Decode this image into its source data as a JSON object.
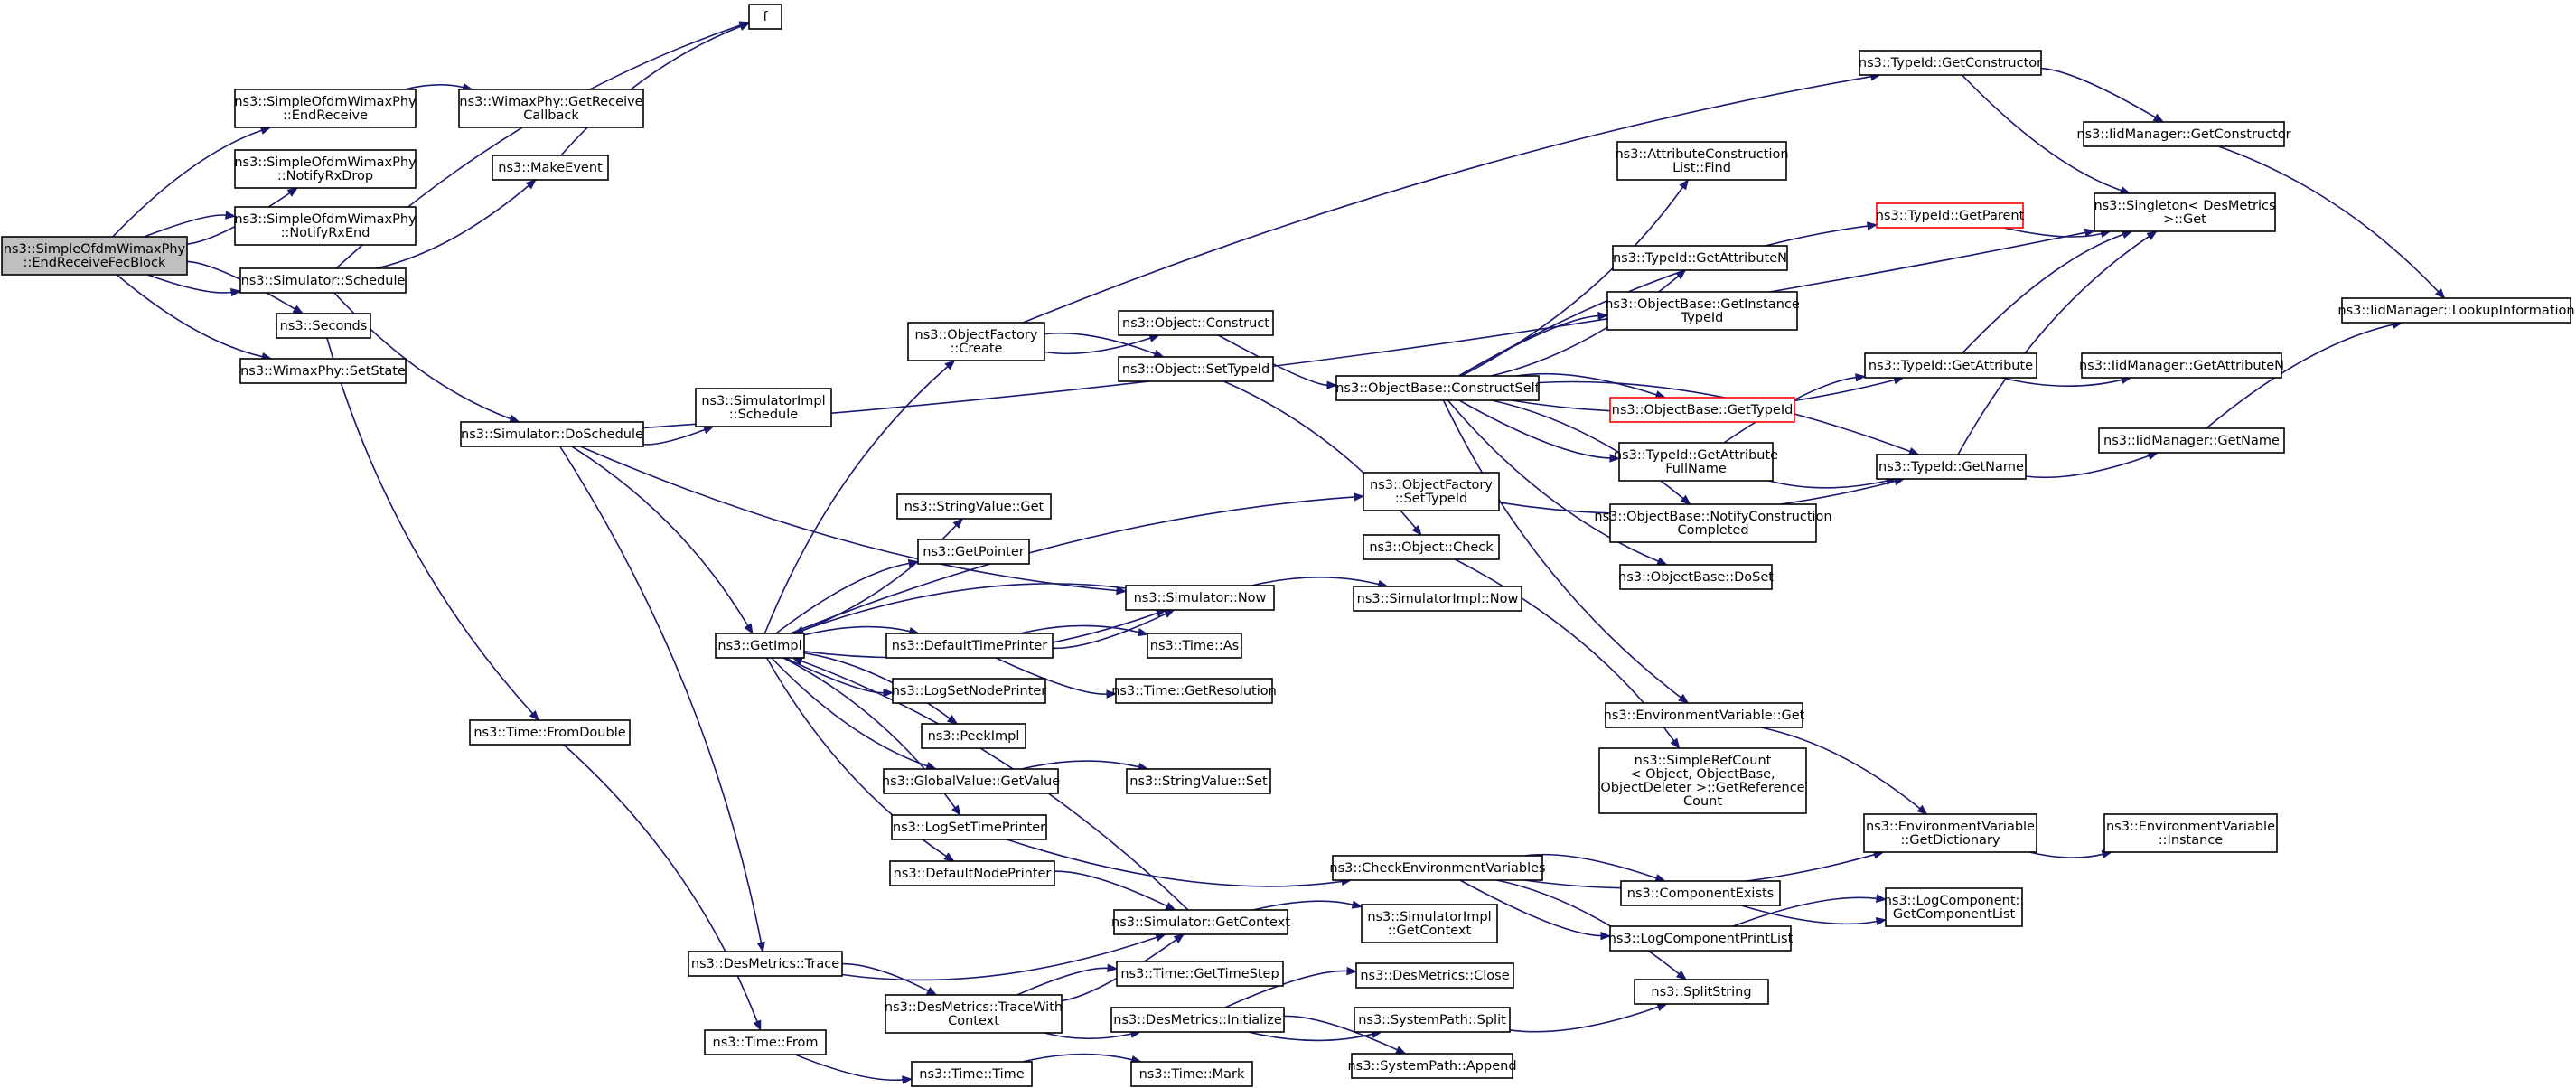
{
  "diagram": {
    "colors": {
      "edge": "#191970",
      "node_border": "#000000",
      "root_fill": "#bfbfbf",
      "truncated_border": "#ff0000",
      "background": "#ffffff"
    },
    "nodes": [
      {
        "id": "root",
        "lines": [
          "ns3::SimpleOfdmWimaxPhy",
          "::EndReceiveFecBlock"
        ],
        "style": "root"
      },
      {
        "id": "endReceive",
        "lines": [
          "ns3::SimpleOfdmWimaxPhy",
          "::EndReceive"
        ]
      },
      {
        "id": "notifyRxDrop",
        "lines": [
          "ns3::SimpleOfdmWimaxPhy",
          "::NotifyRxDrop"
        ]
      },
      {
        "id": "notifyRxEnd",
        "lines": [
          "ns3::SimpleOfdmWimaxPhy",
          "::NotifyRxEnd"
        ]
      },
      {
        "id": "schedule",
        "lines": [
          "ns3::Simulator::Schedule"
        ]
      },
      {
        "id": "seconds",
        "lines": [
          "ns3::Seconds"
        ]
      },
      {
        "id": "setState",
        "lines": [
          "ns3::WimaxPhy::SetState"
        ]
      },
      {
        "id": "getReceiveCb",
        "lines": [
          "ns3::WimaxPhy::GetReceive",
          "Callback"
        ]
      },
      {
        "id": "f",
        "lines": [
          "f"
        ]
      },
      {
        "id": "makeEvent",
        "lines": [
          "ns3::MakeEvent"
        ]
      },
      {
        "id": "doSchedule",
        "lines": [
          "ns3::Simulator::DoSchedule"
        ]
      },
      {
        "id": "simImplSchedule",
        "lines": [
          "ns3::SimulatorImpl",
          "::Schedule"
        ]
      },
      {
        "id": "fromDouble",
        "lines": [
          "ns3::Time::FromDouble"
        ]
      },
      {
        "id": "desTrace",
        "lines": [
          "ns3::DesMetrics::Trace"
        ]
      },
      {
        "id": "timeFrom",
        "lines": [
          "ns3::Time::From"
        ]
      },
      {
        "id": "getImpl",
        "lines": [
          "ns3::GetImpl"
        ]
      },
      {
        "id": "ofCreate",
        "lines": [
          "ns3::ObjectFactory",
          "::Create"
        ]
      },
      {
        "id": "svGet",
        "lines": [
          "ns3::StringValue::Get"
        ]
      },
      {
        "id": "getPointer",
        "lines": [
          "ns3::GetPointer"
        ]
      },
      {
        "id": "defTimePrinter",
        "lines": [
          "ns3::DefaultTimePrinter"
        ]
      },
      {
        "id": "logSetNodePrinter",
        "lines": [
          "ns3::LogSetNodePrinter"
        ]
      },
      {
        "id": "peekImpl",
        "lines": [
          "ns3::PeekImpl"
        ]
      },
      {
        "id": "gvGetValue",
        "lines": [
          "ns3::GlobalValue::GetValue"
        ]
      },
      {
        "id": "logSetTimePrinter",
        "lines": [
          "ns3::LogSetTimePrinter"
        ]
      },
      {
        "id": "defNodePrinter",
        "lines": [
          "ns3::DefaultNodePrinter"
        ]
      },
      {
        "id": "traceWithContext",
        "lines": [
          "ns3::DesMetrics::TraceWith",
          "Context"
        ]
      },
      {
        "id": "timeTime",
        "lines": [
          "ns3::Time::Time"
        ]
      },
      {
        "id": "objConstruct",
        "lines": [
          "ns3::Object::Construct"
        ]
      },
      {
        "id": "objSetTypeId",
        "lines": [
          "ns3::Object::SetTypeId"
        ]
      },
      {
        "id": "simNow",
        "lines": [
          "ns3::Simulator::Now"
        ]
      },
      {
        "id": "timeAs",
        "lines": [
          "ns3::Time::As"
        ]
      },
      {
        "id": "timeGetRes",
        "lines": [
          "ns3::Time::GetResolution"
        ]
      },
      {
        "id": "svSet",
        "lines": [
          "ns3::StringValue::Set"
        ]
      },
      {
        "id": "simGetContext",
        "lines": [
          "ns3::Simulator::GetContext"
        ]
      },
      {
        "id": "timeGetTimeStep",
        "lines": [
          "ns3::Time::GetTimeStep"
        ]
      },
      {
        "id": "desInitialize",
        "lines": [
          "ns3::DesMetrics::Initialize"
        ]
      },
      {
        "id": "timeMark",
        "lines": [
          "ns3::Time::Mark"
        ]
      },
      {
        "id": "objBaseConstructSelf",
        "lines": [
          "ns3::ObjectBase::ConstructSelf"
        ]
      },
      {
        "id": "ofSetTypeId",
        "lines": [
          "ns3::ObjectFactory",
          "::SetTypeId"
        ]
      },
      {
        "id": "objCheck",
        "lines": [
          "ns3::Object::Check"
        ]
      },
      {
        "id": "simImplNow",
        "lines": [
          "ns3::SimulatorImpl::Now"
        ]
      },
      {
        "id": "checkEnvVars",
        "lines": [
          "ns3::CheckEnvironmentVariables"
        ]
      },
      {
        "id": "simImplGetContext",
        "lines": [
          "ns3::SimulatorImpl",
          "::GetContext"
        ]
      },
      {
        "id": "desClose",
        "lines": [
          "ns3::DesMetrics::Close"
        ]
      },
      {
        "id": "spSplit",
        "lines": [
          "ns3::SystemPath::Split"
        ]
      },
      {
        "id": "spAppend",
        "lines": [
          "ns3::SystemPath::Append"
        ]
      },
      {
        "id": "acListFind",
        "lines": [
          "ns3::AttributeConstruction",
          "List::Find"
        ]
      },
      {
        "id": "tidGetAttrN",
        "lines": [
          "ns3::TypeId::GetAttributeN"
        ]
      },
      {
        "id": "obGetInstTid",
        "lines": [
          "ns3::ObjectBase::GetInstance",
          "TypeId"
        ]
      },
      {
        "id": "obGetTypeId",
        "lines": [
          "ns3::ObjectBase::GetTypeId"
        ],
        "style": "red"
      },
      {
        "id": "tidGetAttrFull",
        "lines": [
          "ns3::TypeId::GetAttribute",
          "FullName"
        ]
      },
      {
        "id": "obNotifyCC",
        "lines": [
          "ns3::ObjectBase::NotifyConstruction",
          "Completed"
        ]
      },
      {
        "id": "obDoSet",
        "lines": [
          "ns3::ObjectBase::DoSet"
        ]
      },
      {
        "id": "envVarGet",
        "lines": [
          "ns3::EnvironmentVariable::Get"
        ]
      },
      {
        "id": "srcGetRef",
        "lines": [
          "ns3::SimpleRefCount",
          "< Object, ObjectBase,",
          "ObjectDeleter >::GetReference",
          "Count"
        ]
      },
      {
        "id": "compExists",
        "lines": [
          "ns3::ComponentExists"
        ]
      },
      {
        "id": "logCompPrintList",
        "lines": [
          "ns3::LogComponentPrintList"
        ]
      },
      {
        "id": "splitString",
        "lines": [
          "ns3::SplitString"
        ]
      },
      {
        "id": "tidGetCtor",
        "lines": [
          "ns3::TypeId::GetConstructor"
        ]
      },
      {
        "id": "tidGetParent",
        "lines": [
          "ns3::TypeId::GetParent"
        ],
        "style": "red"
      },
      {
        "id": "tidGetAttr",
        "lines": [
          "ns3::TypeId::GetAttribute"
        ]
      },
      {
        "id": "tidGetName",
        "lines": [
          "ns3::TypeId::GetName"
        ]
      },
      {
        "id": "envVarGetDict",
        "lines": [
          "ns3::EnvironmentVariable",
          "::GetDictionary"
        ]
      },
      {
        "id": "logCompGetList",
        "lines": [
          "ns3::LogComponent::",
          "GetComponentList"
        ]
      },
      {
        "id": "iidGetCtor",
        "lines": [
          "ns3::IidManager::GetConstructor"
        ]
      },
      {
        "id": "singletonGet",
        "lines": [
          "ns3::Singleton< DesMetrics",
          ">::Get"
        ]
      },
      {
        "id": "iidGetAttrN",
        "lines": [
          "ns3::IidManager::GetAttributeN"
        ]
      },
      {
        "id": "iidGetName",
        "lines": [
          "ns3::IidManager::GetName"
        ]
      },
      {
        "id": "envVarInstance",
        "lines": [
          "ns3::EnvironmentVariable",
          "::Instance"
        ]
      },
      {
        "id": "iidLookup",
        "lines": [
          "ns3::IidManager::LookupInformation"
        ]
      }
    ],
    "edges": [
      [
        "root",
        "endReceive"
      ],
      [
        "root",
        "notifyRxDrop"
      ],
      [
        "root",
        "notifyRxEnd"
      ],
      [
        "root",
        "schedule"
      ],
      [
        "root",
        "seconds"
      ],
      [
        "root",
        "setState"
      ],
      [
        "endReceive",
        "getReceiveCb"
      ],
      [
        "schedule",
        "makeEvent"
      ],
      [
        "schedule",
        "f"
      ],
      [
        "schedule",
        "doSchedule"
      ],
      [
        "makeEvent",
        "f"
      ],
      [
        "seconds",
        "fromDouble"
      ],
      [
        "fromDouble",
        "timeFrom"
      ],
      [
        "timeFrom",
        "timeTime"
      ],
      [
        "timeTime",
        "timeMark"
      ],
      [
        "doSchedule",
        "simImplSchedule"
      ],
      [
        "doSchedule",
        "getImpl"
      ],
      [
        "doSchedule",
        "simNow"
      ],
      [
        "doSchedule",
        "desTrace"
      ],
      [
        "doSchedule",
        "singletonGet"
      ],
      [
        "getImpl",
        "ofCreate"
      ],
      [
        "getImpl",
        "svGet"
      ],
      [
        "getImpl",
        "getPointer"
      ],
      [
        "getImpl",
        "simNow"
      ],
      [
        "getImpl",
        "defTimePrinter"
      ],
      [
        "getImpl",
        "logSetNodePrinter"
      ],
      [
        "getImpl",
        "peekImpl"
      ],
      [
        "getImpl",
        "gvGetValue"
      ],
      [
        "getImpl",
        "logSetTimePrinter"
      ],
      [
        "getImpl",
        "defNodePrinter"
      ],
      [
        "getImpl",
        "ofSetTypeId"
      ],
      [
        "simNow",
        "getImpl"
      ],
      [
        "simNow",
        "simImplNow"
      ],
      [
        "simGetContext",
        "getImpl"
      ],
      [
        "simGetContext",
        "simImplGetContext"
      ],
      [
        "defTimePrinter",
        "simNow"
      ],
      [
        "defTimePrinter",
        "timeAs"
      ],
      [
        "defTimePrinter",
        "timeGetRes"
      ],
      [
        "gvGetValue",
        "svSet"
      ],
      [
        "logSetTimePrinter",
        "checkEnvVars"
      ],
      [
        "defNodePrinter",
        "simGetContext"
      ],
      [
        "desTrace",
        "simGetContext"
      ],
      [
        "desTrace",
        "traceWithContext"
      ],
      [
        "traceWithContext",
        "simGetContext"
      ],
      [
        "traceWithContext",
        "timeGetTimeStep"
      ],
      [
        "traceWithContext",
        "desInitialize"
      ],
      [
        "desInitialize",
        "desClose"
      ],
      [
        "desInitialize",
        "spSplit"
      ],
      [
        "desInitialize",
        "spAppend"
      ],
      [
        "spSplit",
        "splitString"
      ],
      [
        "ofCreate",
        "tidGetCtor"
      ],
      [
        "ofCreate",
        "objConstruct"
      ],
      [
        "ofCreate",
        "objSetTypeId"
      ],
      [
        "objConstruct",
        "objBaseConstructSelf"
      ],
      [
        "objSetTypeId",
        "objCheck"
      ],
      [
        "ofSetTypeId",
        "tidGetName"
      ],
      [
        "objCheck",
        "srcGetRef"
      ],
      [
        "objBaseConstructSelf",
        "acListFind"
      ],
      [
        "objBaseConstructSelf",
        "tidGetParent"
      ],
      [
        "objBaseConstructSelf",
        "tidGetAttrN"
      ],
      [
        "objBaseConstructSelf",
        "obGetInstTid"
      ],
      [
        "objBaseConstructSelf",
        "tidGetAttr"
      ],
      [
        "objBaseConstructSelf",
        "obGetTypeId"
      ],
      [
        "objBaseConstructSelf",
        "tidGetAttrFull"
      ],
      [
        "objBaseConstructSelf",
        "obNotifyCC"
      ],
      [
        "objBaseConstructSelf",
        "obDoSet"
      ],
      [
        "objBaseConstructSelf",
        "tidGetName"
      ],
      [
        "objBaseConstructSelf",
        "envVarGet"
      ],
      [
        "tidGetAttrFull",
        "tidGetAttr"
      ],
      [
        "tidGetAttrFull",
        "tidGetName"
      ],
      [
        "envVarGet",
        "envVarGetDict"
      ],
      [
        "checkEnvVars",
        "envVarGetDict"
      ],
      [
        "checkEnvVars",
        "compExists"
      ],
      [
        "checkEnvVars",
        "logCompPrintList"
      ],
      [
        "checkEnvVars",
        "splitString"
      ],
      [
        "compExists",
        "logCompGetList"
      ],
      [
        "logCompPrintList",
        "logCompGetList"
      ],
      [
        "envVarGetDict",
        "envVarInstance"
      ],
      [
        "tidGetCtor",
        "iidGetCtor"
      ],
      [
        "tidGetCtor",
        "singletonGet"
      ],
      [
        "iidGetCtor",
        "iidLookup"
      ],
      [
        "tidGetParent",
        "singletonGet"
      ],
      [
        "tidGetAttr",
        "singletonGet"
      ],
      [
        "tidGetAttr",
        "iidGetAttrN"
      ],
      [
        "tidGetName",
        "singletonGet"
      ],
      [
        "tidGetName",
        "iidGetName"
      ],
      [
        "iidGetName",
        "iidLookup"
      ]
    ]
  }
}
